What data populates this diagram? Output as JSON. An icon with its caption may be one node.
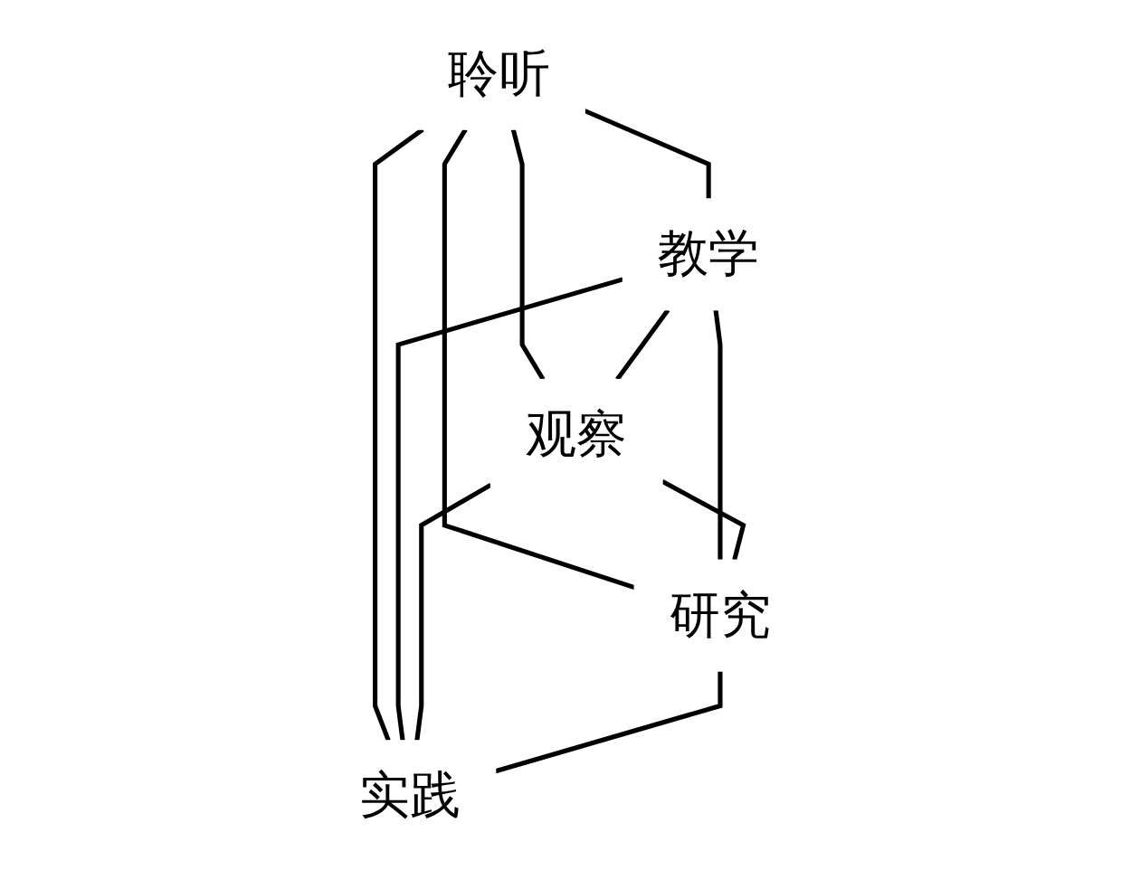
{
  "diagram": {
    "nodes": [
      {
        "text": [
          "聆听"
        ]
      },
      {
        "text": [
          "教学"
        ]
      },
      {
        "text": [
          "观察"
        ]
      },
      {
        "text": [
          "研究"
        ]
      },
      {
        "text": [
          "实践"
        ]
      }
    ],
    "edges": [
      {
        "from": 0,
        "to": 1,
        "arrow": "none"
      },
      {
        "from": 0,
        "to": 2,
        "arrow": "none"
      },
      {
        "from": 0,
        "to": 3,
        "arrow": "none"
      },
      {
        "from": 0,
        "to": 4,
        "arrow": "none"
      },
      {
        "from": 1,
        "to": 2,
        "arrow": "none"
      },
      {
        "from": 1,
        "to": 3,
        "arrow": "none"
      },
      {
        "from": 1,
        "to": 4,
        "arrow": "none"
      },
      {
        "from": 2,
        "to": 3,
        "arrow": "none"
      },
      {
        "from": 2,
        "to": 4,
        "arrow": "none"
      },
      {
        "from": 3,
        "to": 4,
        "arrow": "none"
      }
    ]
  }
}
